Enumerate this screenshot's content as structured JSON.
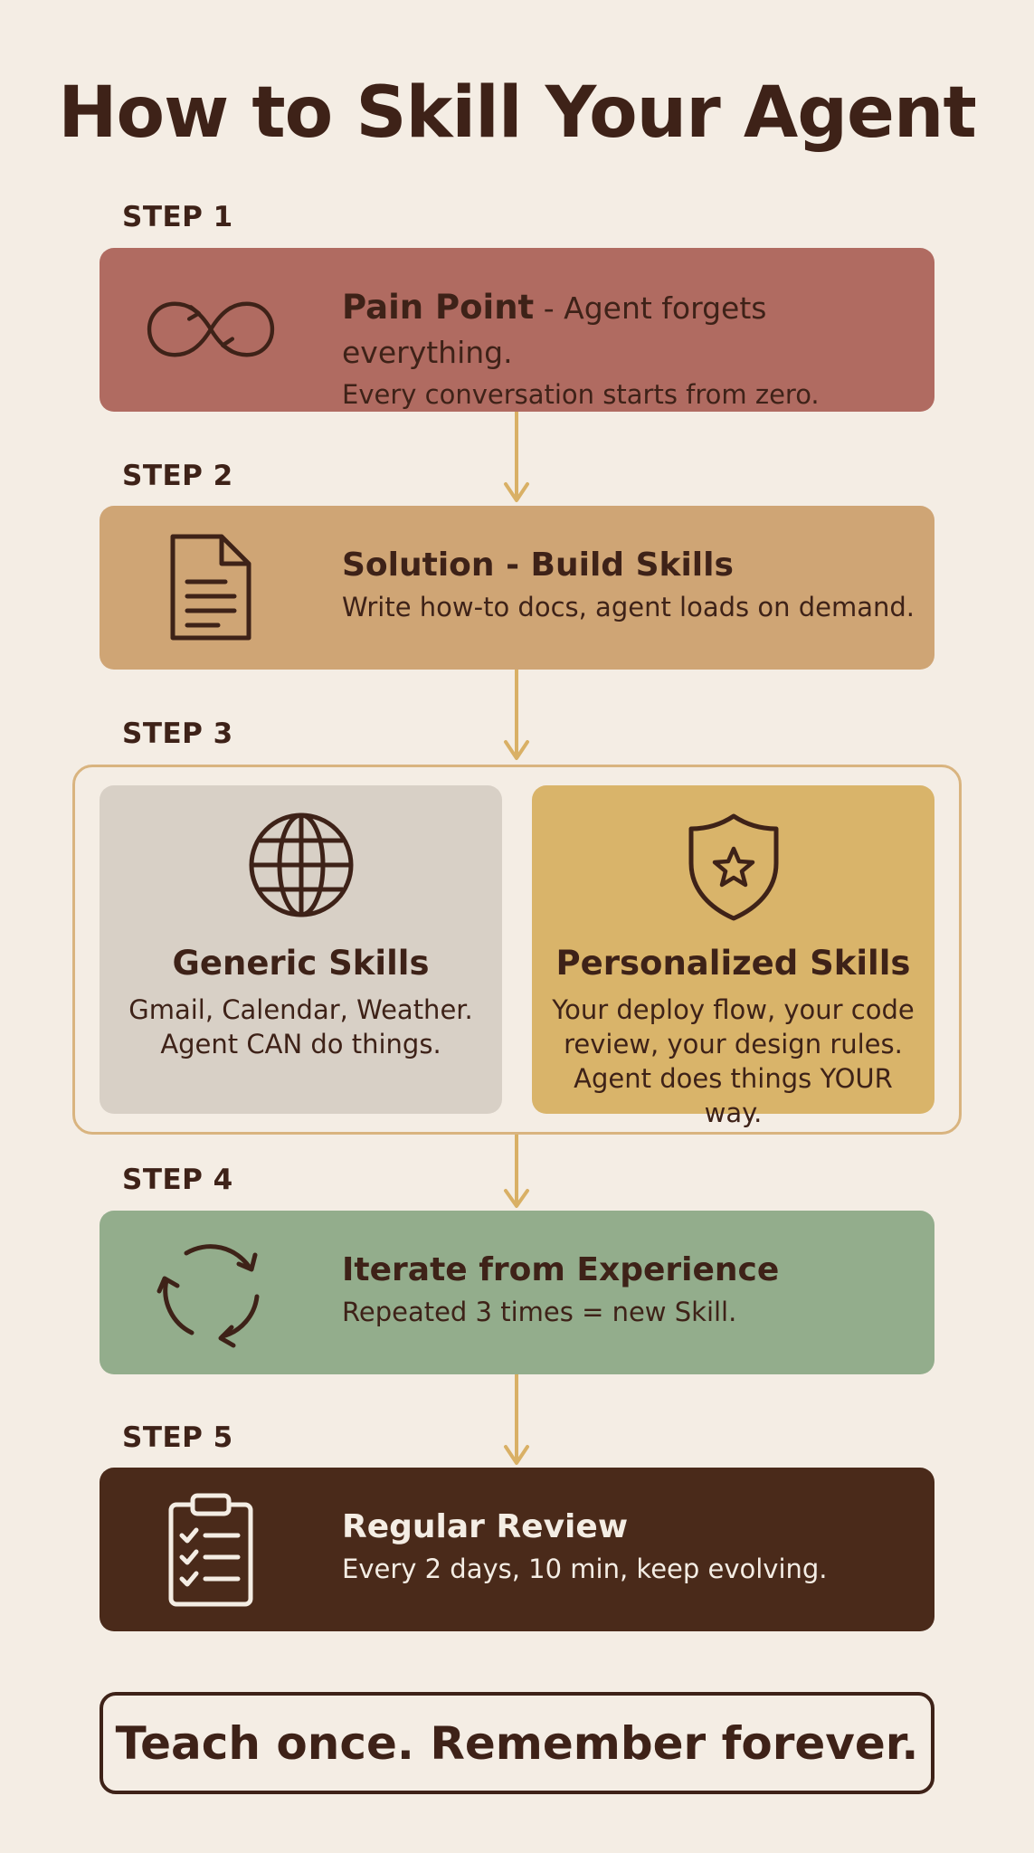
{
  "title": "How to Skill Your Agent",
  "colors": {
    "background": "#f4ede4",
    "text_dark": "#3e2218",
    "step1": "#b06b61",
    "step2": "#cfa575",
    "generic": "#d8d0c6",
    "personalized": "#d9b46a",
    "step4": "#93ad8c",
    "step5": "#4a2a1a",
    "arrow": "#d9b065",
    "group_border": "#d9b47f"
  },
  "steps": [
    {
      "label": "STEP 1",
      "heading": "Pain Point",
      "heading_rest": " - Agent forgets everything.",
      "desc": "Every conversation starts from zero.",
      "icon": "infinity-icon"
    },
    {
      "label": "STEP 2",
      "heading": "Solution - Build Skills",
      "desc": "Write how-to docs, agent loads on demand.",
      "icon": "document-icon"
    },
    {
      "label": "STEP 3",
      "generic": {
        "heading": "Generic Skills",
        "desc_line1": "Gmail, Calendar, Weather.",
        "desc_line2": "Agent CAN do things.",
        "icon": "globe-icon"
      },
      "personalized": {
        "heading": "Personalized Skills",
        "desc_line1": "Your deploy flow, your code",
        "desc_line2": "review, your design rules.",
        "desc_line3": "Agent does things YOUR way.",
        "icon": "shield-star-icon"
      }
    },
    {
      "label": "STEP 4",
      "heading": "Iterate from Experience",
      "desc": "Repeated 3 times = new Skill.",
      "icon": "cycle-arrows-icon"
    },
    {
      "label": "STEP 5",
      "heading": "Regular Review",
      "desc": "Every 2 days, 10 min, keep evolving.",
      "icon": "clipboard-checklist-icon"
    }
  ],
  "footer": "Teach once. Remember forever."
}
